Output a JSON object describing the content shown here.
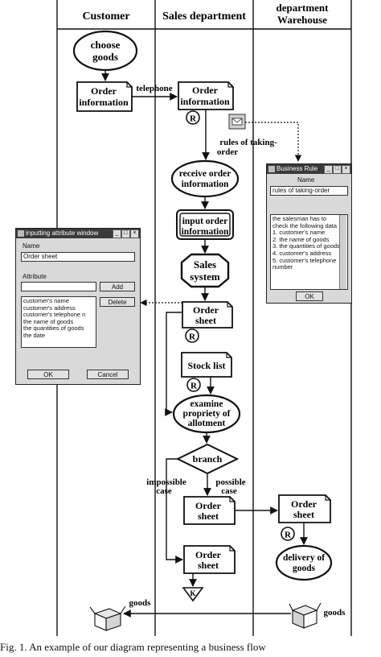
{
  "lanes": {
    "customer": "Customer",
    "sales": "Sales department",
    "warehouse_line1": "department",
    "warehouse_line2": "Warehouse"
  },
  "nodes": {
    "choose_goods_1": "choose",
    "choose_goods_2": "goods",
    "order_info_customer_1": "Order",
    "order_info_customer_2": "information",
    "order_info_sales_1": "Order",
    "order_info_sales_2": "information",
    "receive_order_1": "receive order",
    "receive_order_2": "information",
    "input_order_1": "input order",
    "input_order_2": "information",
    "sales_system_1": "Sales",
    "sales_system_2": "system",
    "order_sheet_main_1": "Order",
    "order_sheet_main_2": "sheet",
    "stock_list": "Stock list",
    "examine_1": "examine",
    "examine_2": "propriety of",
    "examine_3": "allotment",
    "branch": "branch",
    "order_sheet_possible_1": "Order",
    "order_sheet_possible_2": "sheet",
    "order_sheet_impossible_1": "Order",
    "order_sheet_impossible_2": "sheet",
    "order_sheet_warehouse_1": "Order",
    "order_sheet_warehouse_2": "sheet",
    "delivery_1": "delivery of",
    "delivery_2": "goods",
    "terminator": "K",
    "r_mark": "R"
  },
  "edge_labels": {
    "telephone": "telephone",
    "rules_1": "rules of taking-",
    "rules_2": "order",
    "impossible_1": "impossible",
    "impossible_2": "case",
    "possible_1": "possible",
    "possible_2": "case",
    "goods_left": "goods",
    "goods_right": "goods"
  },
  "business_rule_dialog": {
    "title": "Business Rule",
    "name_label": "Name",
    "name_value": "rules of taking-order",
    "text_lines": [
      "the salesman has to",
      "check the following data",
      "1. customer's name",
      "2. the name of goods",
      "3. the quantities of goods",
      "4. customer's address",
      "5. customer's telephone",
      "    number"
    ],
    "ok": "OK"
  },
  "attribute_dialog": {
    "title": "inputting attribute window",
    "name_label": "Name",
    "name_value": "Order sheet",
    "attr_label": "Attribute",
    "add": "Add",
    "delete": "Delete",
    "items": [
      "customer's name",
      "customer's address",
      "customer's telephone n",
      "the name of goods",
      "the quantities of goods",
      "the date"
    ],
    "ok": "OK",
    "cancel": "Cancel"
  },
  "caption": "Fig. 1.   An example of our diagram representing a business flow"
}
